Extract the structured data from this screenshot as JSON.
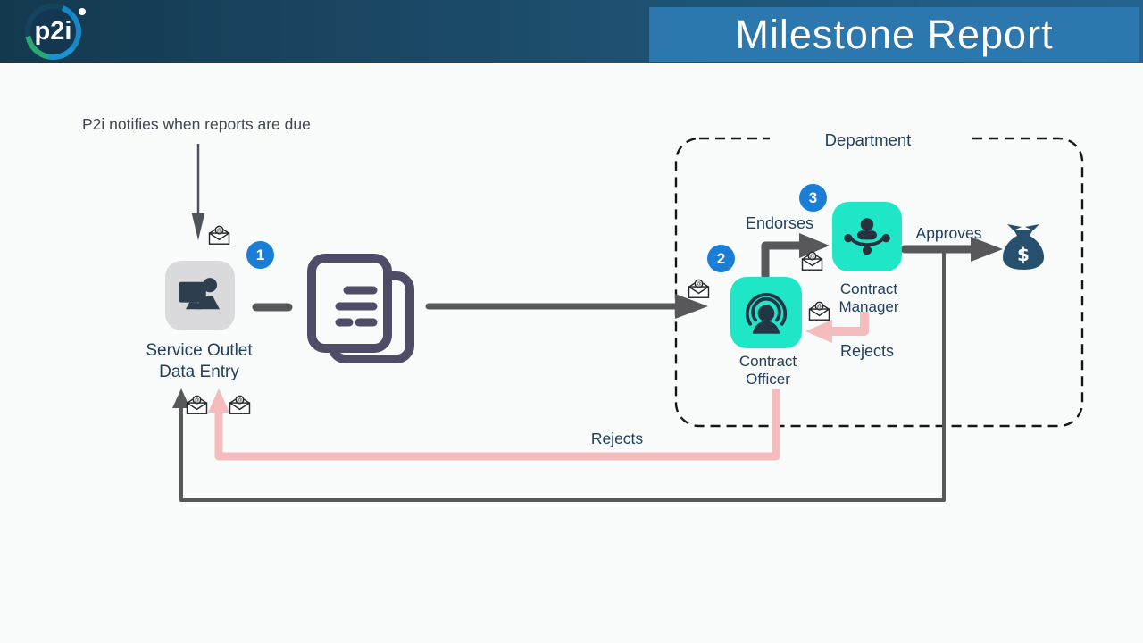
{
  "header": {
    "logo_text": "p2i",
    "title": "Milestone Report",
    "colors": {
      "bar_left": "#14394e",
      "bar_right": "#25648f",
      "title_plate": "#2c77ad"
    }
  },
  "diagram": {
    "notify_text": "P2i notifies when reports are due",
    "department_label": "Department",
    "nodes": {
      "service_outlet": {
        "line1": "Service Outlet",
        "line2": "Data Entry",
        "step": "1",
        "icon": "person-at-computer-icon"
      },
      "documents": {
        "icon": "documents-icon"
      },
      "contract_officer": {
        "line1": "Contract",
        "line2": "Officer",
        "step": "2",
        "icon": "broadcast-person-icon"
      },
      "contract_manager": {
        "line1": "Contract",
        "line2": "Manager",
        "step": "3",
        "icon": "team-meeting-icon"
      },
      "money": {
        "icon": "money-bag-icon",
        "symbol": "$"
      }
    },
    "labels": {
      "endorses": "Endorses",
      "approves": "Approves",
      "rejects_manager": "Rejects",
      "rejects_officer": "Rejects"
    },
    "icons": {
      "email": "email-at-icon",
      "email_symbol": "@"
    },
    "colors": {
      "teal_node": "#20e6c8",
      "gray_node": "#dadadd",
      "badge_blue": "#1b7ed6",
      "arrow_dark": "#58585a",
      "arrow_pink": "#f4bcbc",
      "label_navy": "#21405f",
      "doc_purple": "#4d4d68",
      "money_navy": "#27506f"
    }
  }
}
